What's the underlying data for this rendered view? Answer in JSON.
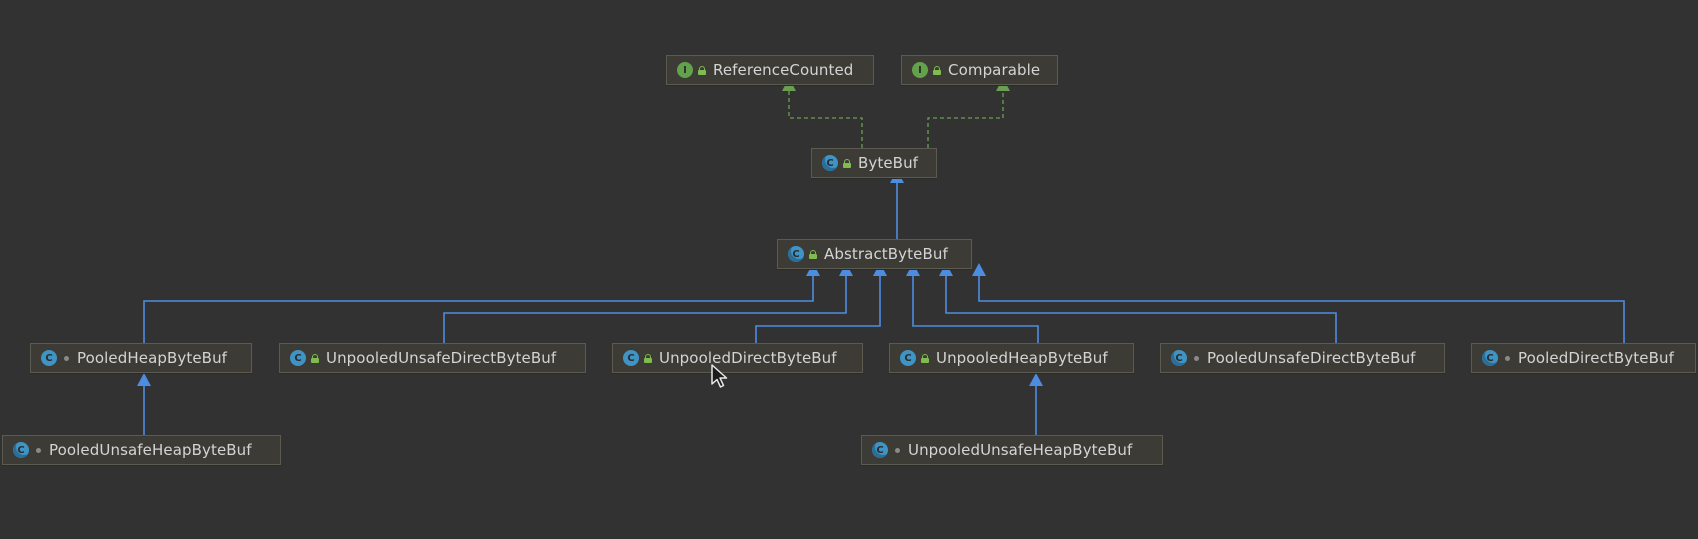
{
  "diagram": {
    "nodes": [
      {
        "id": "reference-counted",
        "label": "ReferenceCounted",
        "kind": "I",
        "visibility": "public"
      },
      {
        "id": "comparable",
        "label": "Comparable",
        "kind": "I",
        "visibility": "public"
      },
      {
        "id": "bytebuf",
        "label": "ByteBuf",
        "kind": "C",
        "visibility": "public"
      },
      {
        "id": "abstract-bytebuf",
        "label": "AbstractByteBuf",
        "kind": "C",
        "visibility": "public"
      },
      {
        "id": "pooled-heap-bytebuf",
        "label": "PooledHeapByteBuf",
        "kind": "C",
        "visibility": "package"
      },
      {
        "id": "unpooled-unsafe-direct-bytebuf",
        "label": "UnpooledUnsafeDirectByteBuf",
        "kind": "C",
        "visibility": "public"
      },
      {
        "id": "unpooled-direct-bytebuf",
        "label": "UnpooledDirectByteBuf",
        "kind": "C",
        "visibility": "public"
      },
      {
        "id": "unpooled-heap-bytebuf",
        "label": "UnpooledHeapByteBuf",
        "kind": "C",
        "visibility": "public"
      },
      {
        "id": "pooled-unsafe-direct-bytebuf",
        "label": "PooledUnsafeDirectByteBuf",
        "kind": "C",
        "visibility": "package"
      },
      {
        "id": "pooled-direct-bytebuf",
        "label": "PooledDirectByteBuf",
        "kind": "C",
        "visibility": "package"
      },
      {
        "id": "pooled-unsafe-heap-bytebuf",
        "label": "PooledUnsafeHeapByteBuf",
        "kind": "C",
        "visibility": "package"
      },
      {
        "id": "unpooled-unsafe-heap-bytebuf",
        "label": "UnpooledUnsafeHeapByteBuf",
        "kind": "C",
        "visibility": "package"
      }
    ],
    "edges": [
      {
        "from": "bytebuf",
        "to": "reference-counted",
        "type": "implements"
      },
      {
        "from": "bytebuf",
        "to": "comparable",
        "type": "implements"
      },
      {
        "from": "abstract-bytebuf",
        "to": "bytebuf",
        "type": "extends"
      },
      {
        "from": "pooled-heap-bytebuf",
        "to": "abstract-bytebuf",
        "type": "extends"
      },
      {
        "from": "unpooled-unsafe-direct-bytebuf",
        "to": "abstract-bytebuf",
        "type": "extends"
      },
      {
        "from": "unpooled-direct-bytebuf",
        "to": "abstract-bytebuf",
        "type": "extends"
      },
      {
        "from": "unpooled-heap-bytebuf",
        "to": "abstract-bytebuf",
        "type": "extends"
      },
      {
        "from": "pooled-unsafe-direct-bytebuf",
        "to": "abstract-bytebuf",
        "type": "extends"
      },
      {
        "from": "pooled-direct-bytebuf",
        "to": "abstract-bytebuf",
        "type": "extends"
      },
      {
        "from": "pooled-unsafe-heap-bytebuf",
        "to": "pooled-heap-bytebuf",
        "type": "extends"
      },
      {
        "from": "unpooled-unsafe-heap-bytebuf",
        "to": "unpooled-heap-bytebuf",
        "type": "extends"
      }
    ]
  },
  "colors": {
    "background": "#323232",
    "extends": "#4d8de0",
    "implements": "#6a9e52",
    "node_fill": "#3d3b36",
    "node_border": "#5d5a50",
    "text": "#d4d4d4"
  }
}
